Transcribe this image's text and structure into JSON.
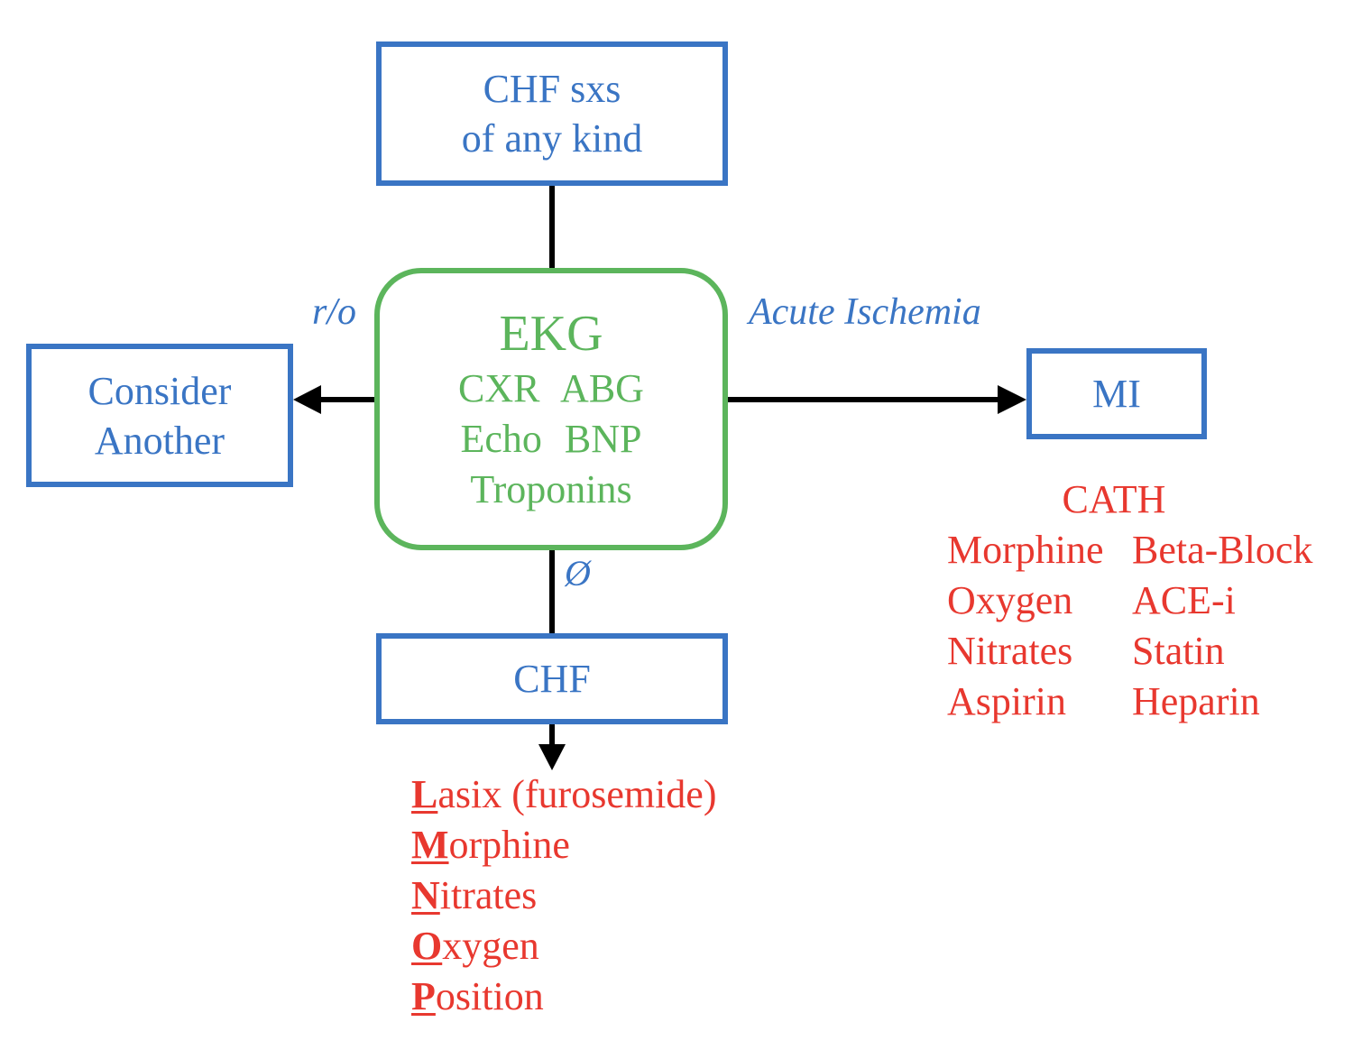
{
  "nodes": {
    "sxs": {
      "line1": "CHF sxs",
      "line2": "of any kind"
    },
    "center": {
      "title": "EKG",
      "row1": "CXR ABG",
      "row2": "Echo BNP",
      "row3": "Troponins"
    },
    "consider": {
      "line1": "Consider",
      "line2": "Another"
    },
    "mi": {
      "label": "MI"
    },
    "chf": {
      "label": "CHF"
    }
  },
  "edges": {
    "ro": "r/o",
    "ischemia": "Acute Ischemia",
    "null": "Ø"
  },
  "mi_treatment": {
    "header": "CATH",
    "rows": [
      [
        "Morphine",
        "Beta-Block"
      ],
      [
        "Oxygen",
        "ACE-i"
      ],
      [
        "Nitrates",
        "Statin"
      ],
      [
        "Aspirin",
        "Heparin"
      ]
    ]
  },
  "chf_treatment": [
    {
      "first": "L",
      "rest": "asix (furosemide)"
    },
    {
      "first": "M",
      "rest": "orphine"
    },
    {
      "first": "N",
      "rest": "itrates"
    },
    {
      "first": "O",
      "rest": "xygen"
    },
    {
      "first": "P",
      "rest": "osition"
    }
  ],
  "colors": {
    "box_blue": "#3a75c4",
    "center_green": "#5cb55c",
    "treatment_red": "#e8382f",
    "connector": "#000000"
  }
}
